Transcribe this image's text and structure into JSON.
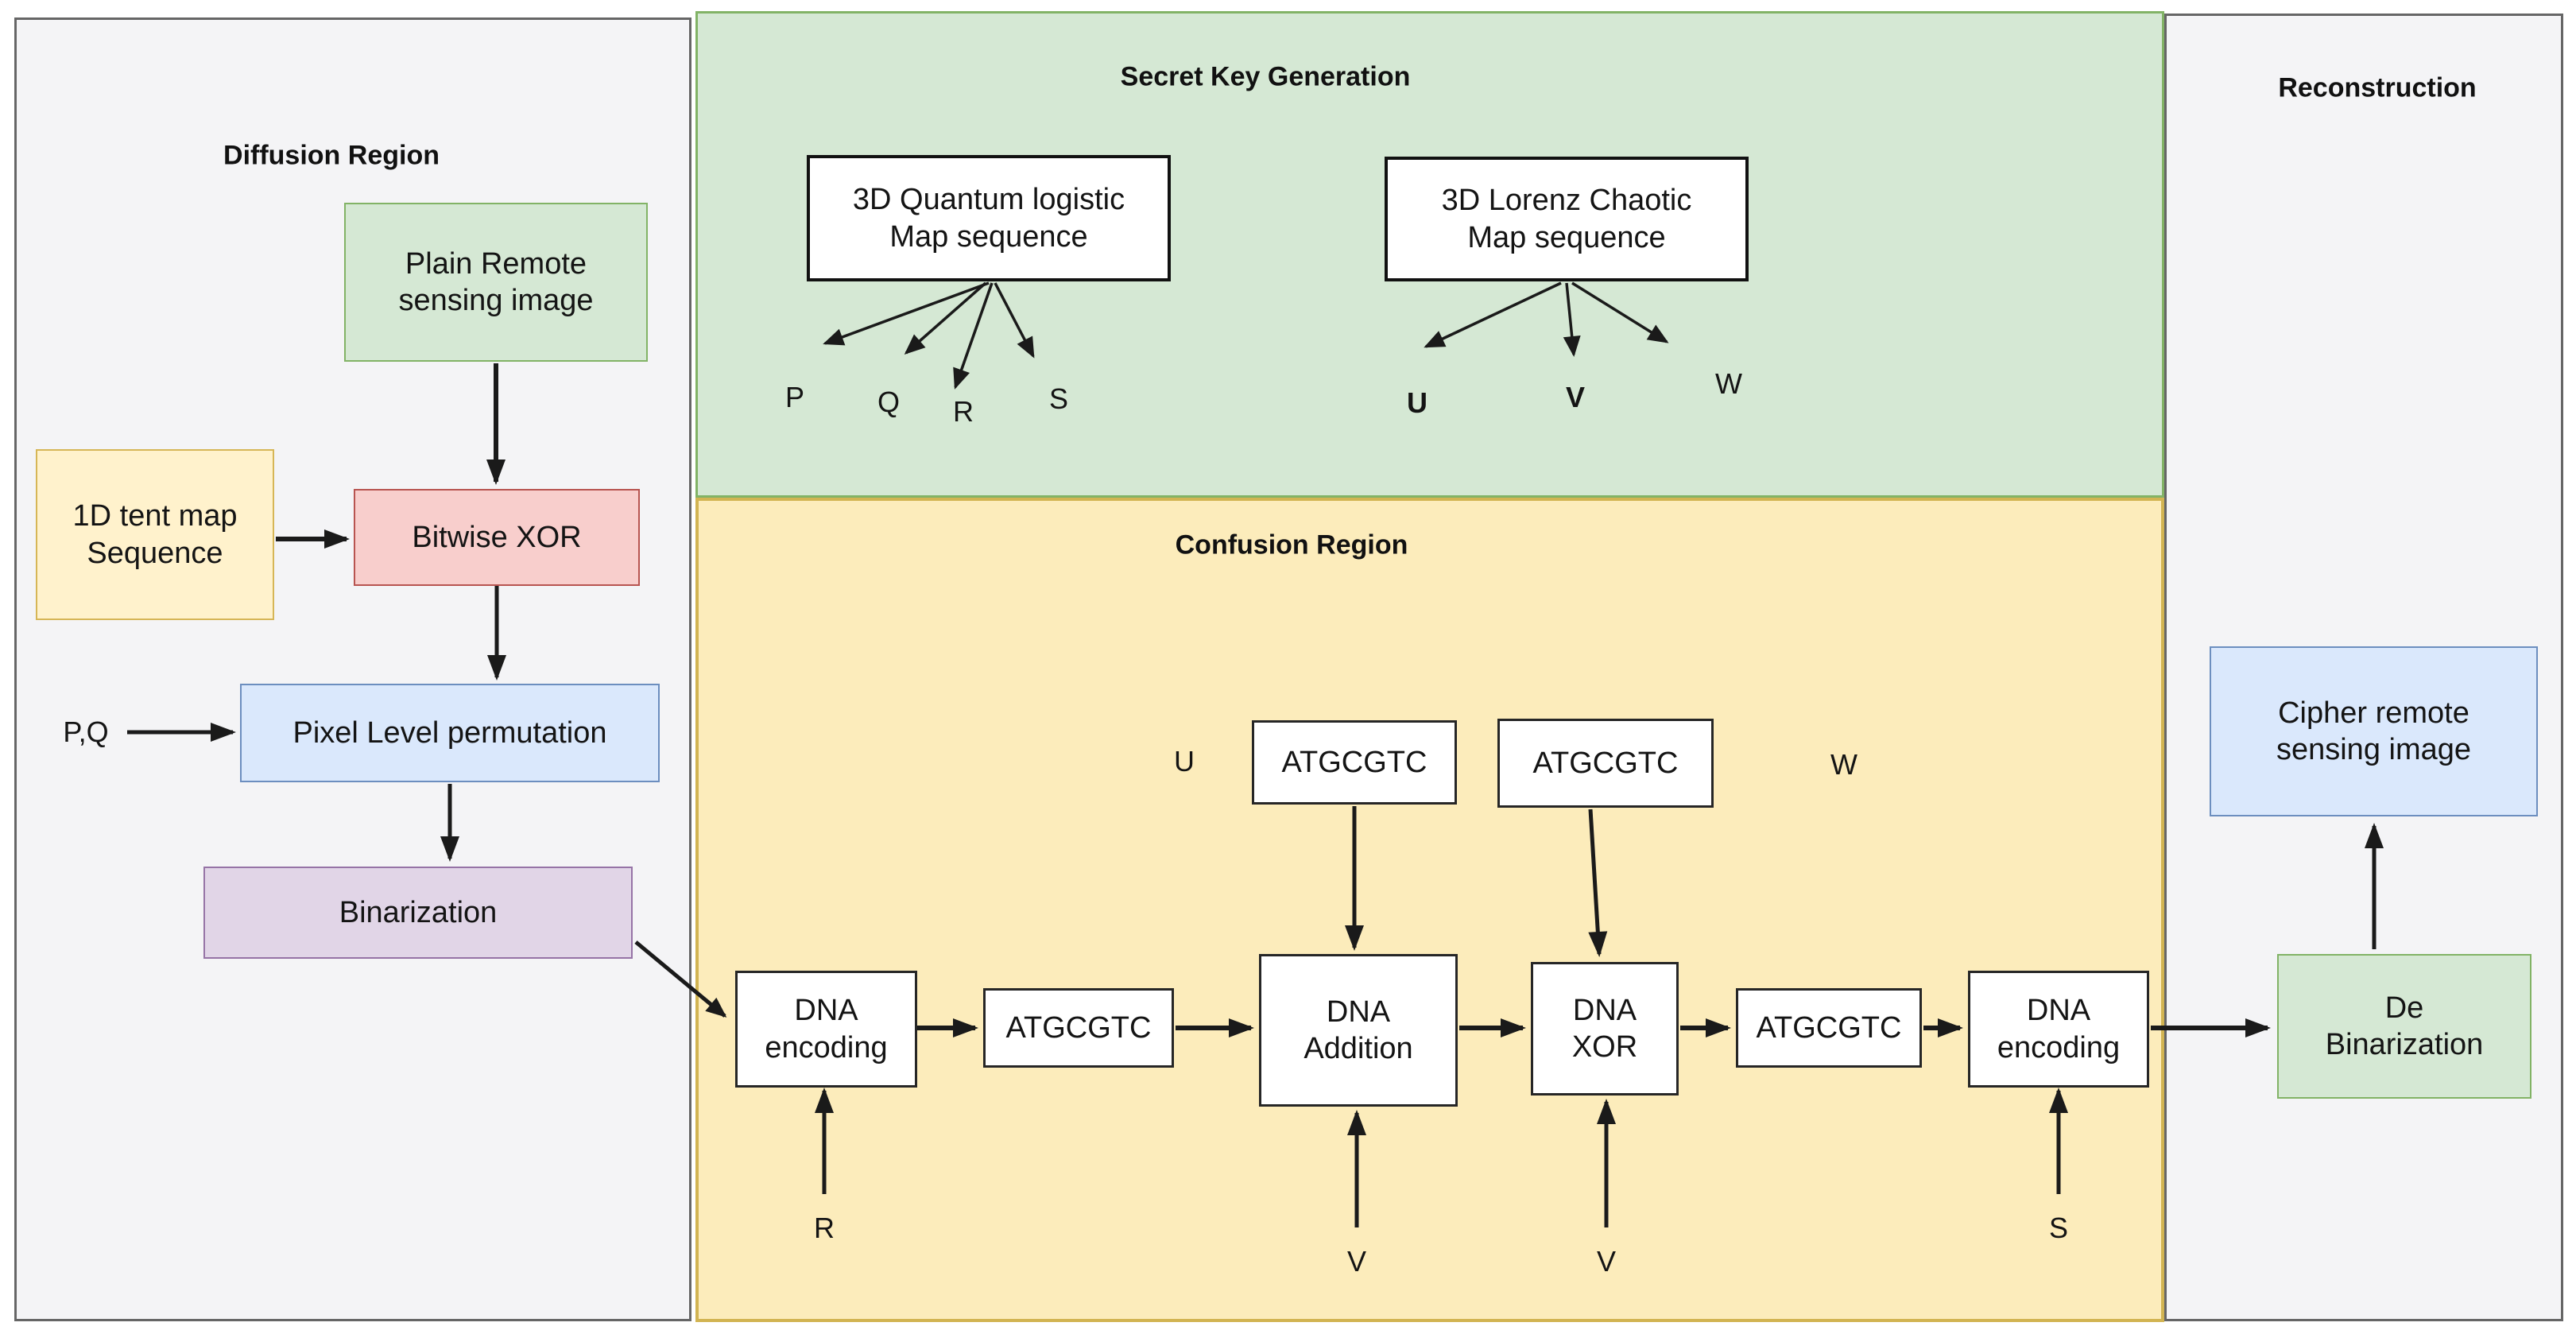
{
  "palette": {
    "panel_gray_fill": "#f4f4f6",
    "panel_gray_border": "#666666",
    "green_fill": "#d5e8d4",
    "green_border": "#82b366",
    "yellow_panel_fill": "#fcecbb",
    "yellow_panel_border": "#d2b452",
    "yellow_box_fill": "#fff2cc",
    "yellow_box_border": "#d6b656",
    "red_fill": "#f8cecc",
    "red_border": "#b85450",
    "blue_fill": "#dae8fc",
    "blue_border": "#6c8ebf",
    "purple_fill": "#e1d5e7",
    "purple_border": "#9673a6",
    "arrow_color": "#1a1a1a",
    "text_color": "#141414"
  },
  "diffusion": {
    "title": "Diffusion Region",
    "plain_image": "Plain Remote\nsensing image",
    "tent_map": "1D tent map\nSequence",
    "bitwise_xor": "Bitwise XOR",
    "pixel_permutation": "Pixel Level permutation",
    "binarization": "Binarization",
    "pq_label": "P,Q"
  },
  "secret": {
    "title": "Secret Key Generation",
    "quantum_box": "3D Quantum logistic\nMap sequence",
    "lorenz_box": "3D Lorenz Chaotic\nMap sequence",
    "quantum_outputs": [
      "P",
      "Q",
      "R",
      "S"
    ],
    "lorenz_outputs": [
      "U",
      "V",
      "W"
    ]
  },
  "confusion": {
    "title": "Confusion Region",
    "dna_encoding_1": "DNA\nencoding",
    "atgcgtc_1": "ATGCGTC",
    "dna_addition": "DNA\nAddition",
    "dna_xor": "DNA\nXOR",
    "atgcgtc_2": "ATGCGTC",
    "dna_encoding_2": "DNA\nencoding",
    "upper_atgcgtc_1": "ATGCGTC",
    "upper_atgcgtc_2": "ATGCGTC",
    "label_u": "U",
    "label_w": "W",
    "label_r": "R",
    "label_v1": "V",
    "label_v2": "V",
    "label_s": "S"
  },
  "reconstruction": {
    "title": "Reconstruction",
    "cipher_image": "Cipher remote\nsensing image",
    "de_binarization": "De\nBinarization"
  }
}
